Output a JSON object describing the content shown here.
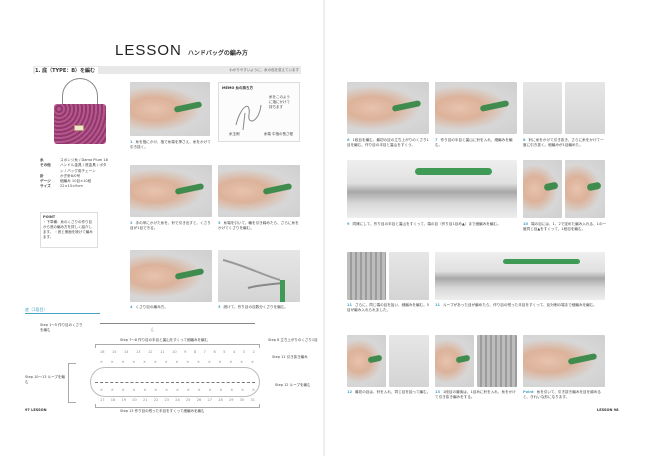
{
  "header": {
    "title": "LESSON",
    "subtitle": "ハンドバッグの編み方"
  },
  "section": {
    "label": "1. 底（TYPE：B）を編む",
    "note": "わかりやすいように、糸の色を変えています"
  },
  "product": {
    "image": "purple-knitted-handbag",
    "specs": [
      {
        "key": "糸",
        "value": "スポンジ糸 / Dama Plum 18"
      },
      {
        "key": "その他",
        "value": "ハンドル金具 / 底金具 / ボタン / バッグ用チェーン"
      },
      {
        "key": "針",
        "value": "かぎ針8/0号"
      },
      {
        "key": "ゲージ",
        "value": "細編み 10目×10段"
      },
      {
        "key": "サイズ",
        "value": "22×15×9cm"
      }
    ],
    "point": {
      "title": "POINT",
      "text": "・下準備：糸のくさりの作り目から底の編み方を詳しく紹介します。 ・底と側面を続けて編みます。"
    }
  },
  "memo": {
    "title": "MEMO 糸の持ち方",
    "side_note": "糸をこのように指にかけて持ちます",
    "foot_left": "糸玉側",
    "foot_right": "糸端 中指の長さ程"
  },
  "left_steps": [
    {
      "num": "1",
      "text": "糸を指にかけ、指で糸端を押さえ、糸をかけて引き抜く。"
    },
    {
      "num": "2",
      "text": "手の甲にかけた糸を、針で引き出すと、くさり目が1目できる。"
    },
    {
      "num": "3",
      "text": "糸端を引いて、輪を引き締めたら、さらに糸をかけてくさりを編む。"
    },
    {
      "num": "4",
      "text": "くさり目の編み方。"
    },
    {
      "num": "5",
      "text": "続けて、作り目の目数分くさりを編む。"
    }
  ],
  "diagram": {
    "heading": "底（1段目）",
    "labels": {
      "row1": "Step 1〜5 作り目のくさりを編む",
      "row_top": "Step 7〜8 作り目の半目と裏山をすくって細編みを編む",
      "left": "Step 10〜13 ループを編む",
      "right_top": "Step 8 立ち上がりのくさり1目",
      "right_mid": "Step 11 引き抜き編み",
      "right_bottom": "Step 12 ループを編む",
      "row_bottom": "Step 13 作り目の残った半目をすくって細編みを編む"
    },
    "top_numbers": [
      "16",
      "15",
      "14",
      "13",
      "12",
      "11",
      "10",
      "9",
      "8",
      "7",
      "6",
      "5",
      "4",
      "3",
      "2"
    ],
    "bottom_numbers": [
      "17",
      "18",
      "19",
      "20",
      "21",
      "22",
      "23",
      "24",
      "25",
      "26",
      "27",
      "28",
      "29",
      "30",
      "31"
    ]
  },
  "right_steps": [
    {
      "num": "6",
      "text": "1段目を編む。最初の目の立ち上がりのくさり1目を編む。作り目の半目と裏山をすくう。"
    },
    {
      "num": "7",
      "text": "作り目の半目と裏山に針を入れ、細編みを編む。"
    },
    {
      "num": "8",
      "text": "針に糸をかけて引き抜き、さらに糸をかけて一度に引き抜く。細編みが1目編めた。"
    },
    {
      "num": "9",
      "text": "同様にして、作り目の半目と裏山をすくって、端の目（作り目1目め▲）まで細編みを編む。"
    },
    {
      "num": "10",
      "text": "端の目には、1、2で定めた編み入れる、1の一度同じ目▲をすくって、1段目を編む。"
    },
    {
      "num": "11",
      "text": "さらに、同じ端の目を拾い、細編みを編む。5目が編み入れられました。"
    },
    {
      "num": "11",
      "text": "ループがあった目が編めたら、作り目の残った半目をすくって、反対側の端まで細編みを編む。"
    },
    {
      "num": "12",
      "text": "最初の目は、針を入れ、同じ目を拾って編む。"
    },
    {
      "num": "13",
      "text": "1段目の最後は、1目めに針を入れ、糸をかけて引き抜き編みをする。"
    },
    {
      "num": "Point",
      "text": "糸を引いて、引き抜き編みを目を締めると、きれいな形になります。"
    }
  ],
  "folio": {
    "left": "97  LESSON",
    "right": "LESSON  98"
  },
  "colors": {
    "accent_blue": "#4aa3c7",
    "bag_purple": "#9c4278",
    "hook_green": "#3f9a55",
    "bar_gray": "#e8e8e8"
  }
}
